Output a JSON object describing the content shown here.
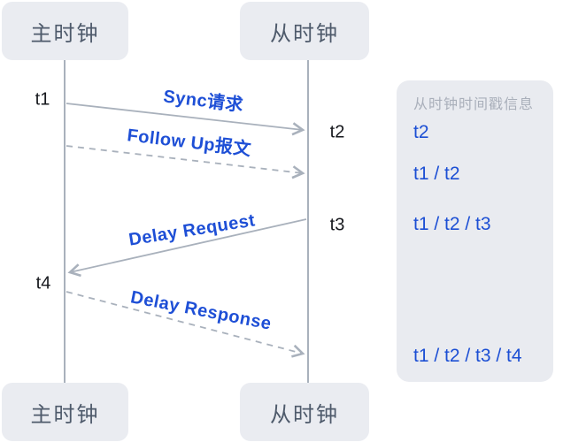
{
  "diagram": {
    "title_semantic": "PTP time synchronization message sequence",
    "nodes": {
      "master_label": "主时钟",
      "slave_label": "从时钟"
    },
    "timestamps": {
      "t1": "t1",
      "t2": "t2",
      "t3": "t3",
      "t4": "t4"
    },
    "messages": [
      {
        "label": "Sync请求",
        "from": "master",
        "to": "slave",
        "style": "solid"
      },
      {
        "label": "Follow Up报文",
        "from": "master",
        "to": "slave",
        "style": "dashed"
      },
      {
        "label": "Delay Request",
        "from": "slave",
        "to": "master",
        "style": "solid"
      },
      {
        "label": "Delay Response",
        "from": "master",
        "to": "slave",
        "style": "dashed"
      }
    ],
    "panel": {
      "title": "从时钟时间戳信息",
      "items": [
        "t2",
        "t1 / t2",
        "t1 / t2 / t3",
        "t1 / t2 / t3 / t4"
      ]
    },
    "colors": {
      "box_fill": "#eaecf1",
      "box_text": "#4e5a6b",
      "line_gray": "#a9b1bc",
      "label_blue": "#1e4fd6",
      "panel_fill": "#e9ebf0",
      "panel_title_gray": "#a9afba",
      "timestamp_text": "#16181d"
    }
  }
}
